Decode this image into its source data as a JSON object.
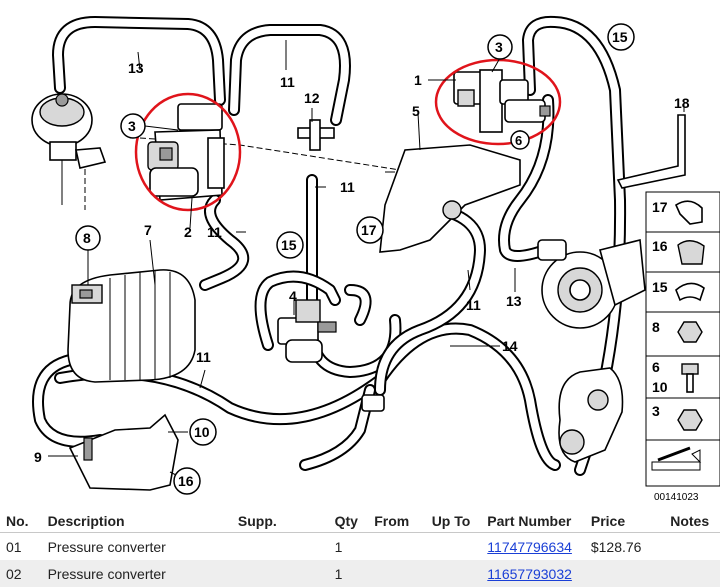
{
  "diagram": {
    "id_code": "00141023",
    "callouts": {
      "c1": "1",
      "c2": "2",
      "c3a": "3",
      "c3b": "3",
      "c4": "4",
      "c5": "5",
      "c6": "6",
      "c7": "7",
      "c8": "8",
      "c9": "9",
      "c10": "10",
      "c11a": "11",
      "c11b": "11",
      "c11c": "11",
      "c11d": "11",
      "c11e": "11",
      "c12": "12",
      "c13a": "13",
      "c13b": "13",
      "c14": "14",
      "c15a": "15",
      "c15b": "15",
      "c16": "16",
      "c17": "17",
      "c18": "18"
    },
    "legend": {
      "l17": "17",
      "l16": "16",
      "l15": "15",
      "l8": "8",
      "l6": "6",
      "l10": "10",
      "l3": "3"
    }
  },
  "table": {
    "headers": {
      "no": "No.",
      "description": "Description",
      "supp": "Supp.",
      "qty": "Qty",
      "from": "From",
      "up_to": "Up To",
      "part_number": "Part Number",
      "price": "Price",
      "notes": "Notes"
    },
    "rows": [
      {
        "no": "01",
        "description": "Pressure converter",
        "supp": "",
        "qty": "1",
        "from": "",
        "up_to": "",
        "part_number": "11747796634",
        "price": "$128.76",
        "notes": ""
      },
      {
        "no": "02",
        "description": "Pressure converter",
        "supp": "",
        "qty": "1",
        "from": "",
        "up_to": "",
        "part_number": "11657793032",
        "price": "",
        "notes": ""
      }
    ]
  }
}
